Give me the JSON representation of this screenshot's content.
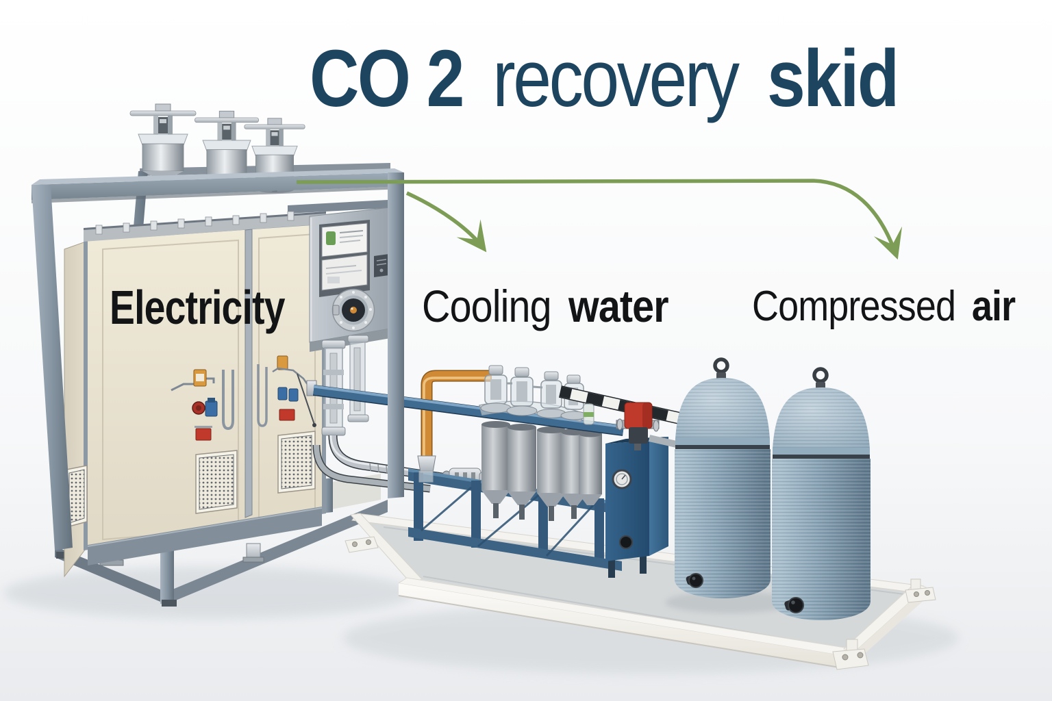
{
  "title": {
    "co2": "CO 2",
    "recovery": "recovery",
    "skid": "skid"
  },
  "labels": {
    "electricity": {
      "text": "Electricity"
    },
    "cooling_water": {
      "regular": "Cooling",
      "bold": "water"
    },
    "compressed_air": {
      "regular": "Compressed",
      "bold": "air"
    }
  },
  "colors": {
    "title_navy": "#1e4560",
    "label_black": "#121416",
    "arrow_green": "#7d9c55",
    "cabinet_cream": "#eae4d5",
    "frame_steel": "#7e8c9a",
    "tank_blue": "#8aa4b6",
    "subframe_blue": "#3e6a8e",
    "box_navy": "#2e5a80",
    "pipe_orange": "#d08a36",
    "valve_red": "#c03a2b",
    "background": "#fbfcfd"
  }
}
